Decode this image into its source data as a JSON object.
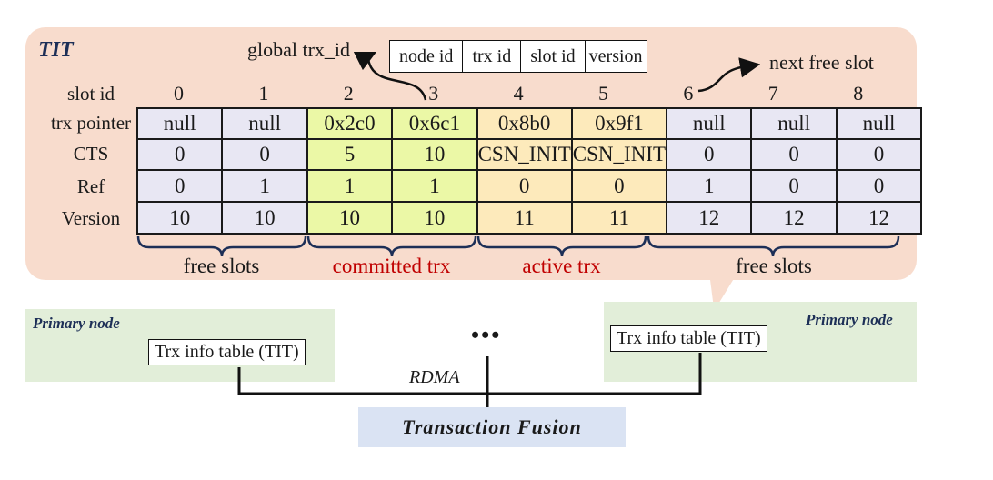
{
  "tit": {
    "label": "TIT",
    "global_trx_id_label": "global trx_id",
    "global_trx_id_fields": [
      "node id",
      "trx id",
      "slot id",
      "version"
    ],
    "next_free_slot_label": "next free slot",
    "row_labels": [
      "slot id",
      "trx pointer",
      "CTS",
      "Ref",
      "Version"
    ],
    "slot_ids": [
      "0",
      "1",
      "2",
      "3",
      "4",
      "5",
      "6",
      "7",
      "8"
    ],
    "rows": {
      "trx_pointer": [
        "null",
        "null",
        "0x2c0",
        "0x6c1",
        "0x8b0",
        "0x9f1",
        "null",
        "null",
        "null"
      ],
      "cts": [
        "0",
        "0",
        "5",
        "10",
        "CSN_INIT",
        "CSN_INIT",
        "0",
        "0",
        "0"
      ],
      "ref": [
        "0",
        "1",
        "1",
        "1",
        "0",
        "0",
        "1",
        "0",
        "0"
      ],
      "version": [
        "10",
        "10",
        "10",
        "10",
        "11",
        "11",
        "12",
        "12",
        "12"
      ]
    },
    "slot_states": [
      "free",
      "free",
      "commit",
      "commit",
      "active",
      "active",
      "free",
      "free",
      "free"
    ],
    "groups": [
      "free slots",
      "committed trx",
      "active trx",
      "free slots"
    ],
    "colors": {
      "background": "#f8dccd",
      "free": "#e8e7f3",
      "committed": "#ebf8a6",
      "active": "#fdeabb",
      "highlight_text": "#c00000"
    }
  },
  "nodes": {
    "left": {
      "label": "Primary node",
      "table": "Trx info table (TIT)"
    },
    "right": {
      "label": "Primary node",
      "table": "Trx info table (TIT)"
    },
    "ellipsis": "•••",
    "color": "#e2eed9"
  },
  "network": {
    "label": "RDMA"
  },
  "fusion": {
    "label": "Transaction Fusion",
    "color": "#dae3f3"
  }
}
